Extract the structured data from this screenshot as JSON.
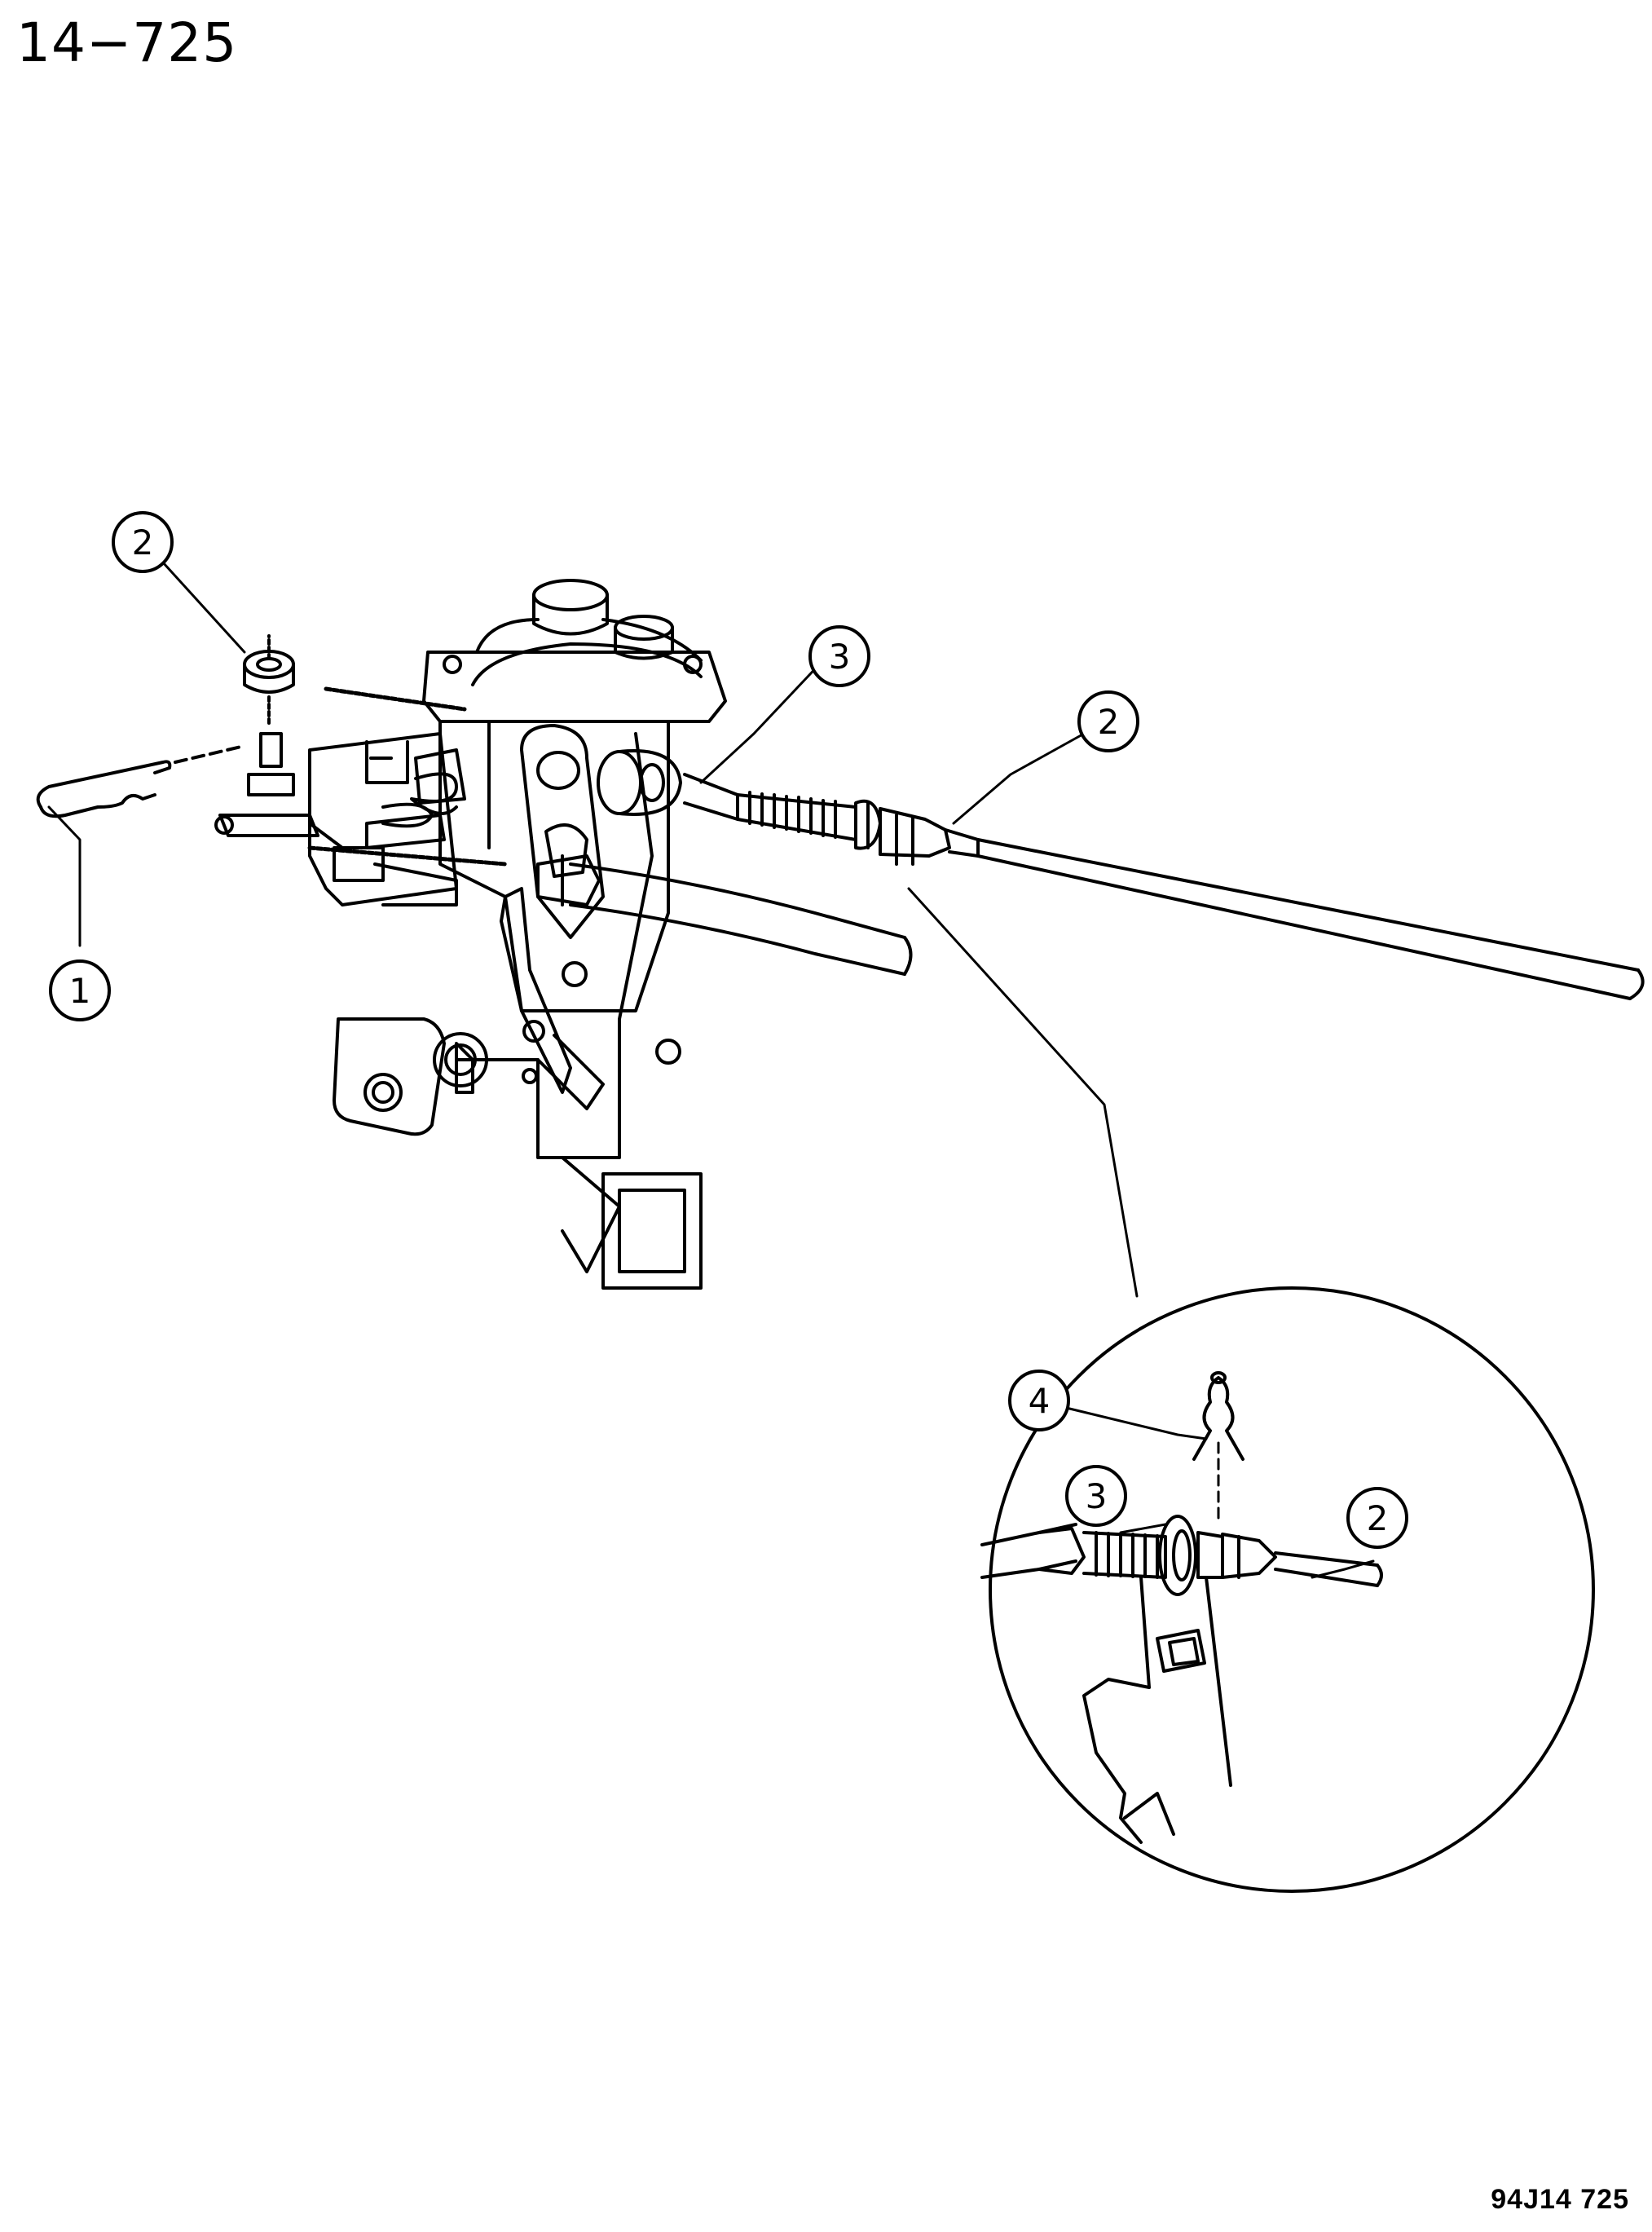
{
  "page_number": "14−725",
  "figure_code": "94J14  725",
  "callouts": {
    "c1": "1",
    "c2_top": "2",
    "c3_top": "3",
    "c2_right": "2",
    "c4_detail": "4",
    "c3_detail": "3",
    "c2_detail": "2"
  }
}
